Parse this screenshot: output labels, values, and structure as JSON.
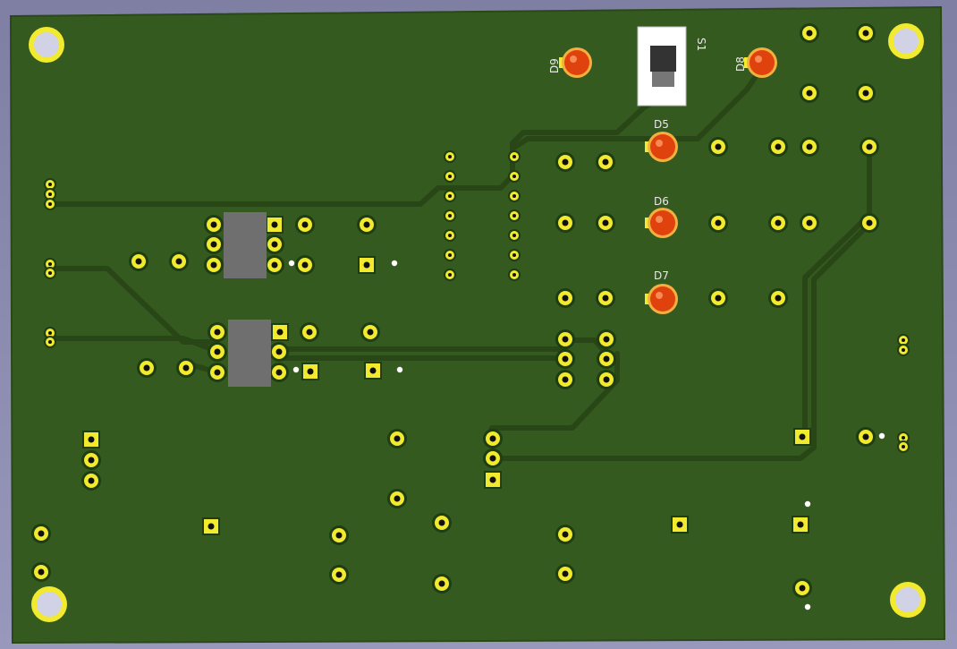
{
  "view": {
    "title": "PCB 3D view (bottom side)"
  },
  "board": {
    "colors": {
      "substrate": "#355a1f",
      "copper_trace": "#2b4a18",
      "trace_outline": "#1f3a10",
      "pad_ring": "#f1ea2e",
      "pad_mask": "#1e3d12",
      "drill": "#111111",
      "led_body": "#e0420e",
      "led_ring": "#f3b040",
      "chip_body": "#6f6f6f",
      "switch_body": "#ffffff",
      "background": "#8c8cb0"
    }
  },
  "labels": {
    "d5": "D5",
    "d6": "D6",
    "d7": "D7",
    "d8": "D8",
    "d9": "D9",
    "s1": "S1"
  }
}
